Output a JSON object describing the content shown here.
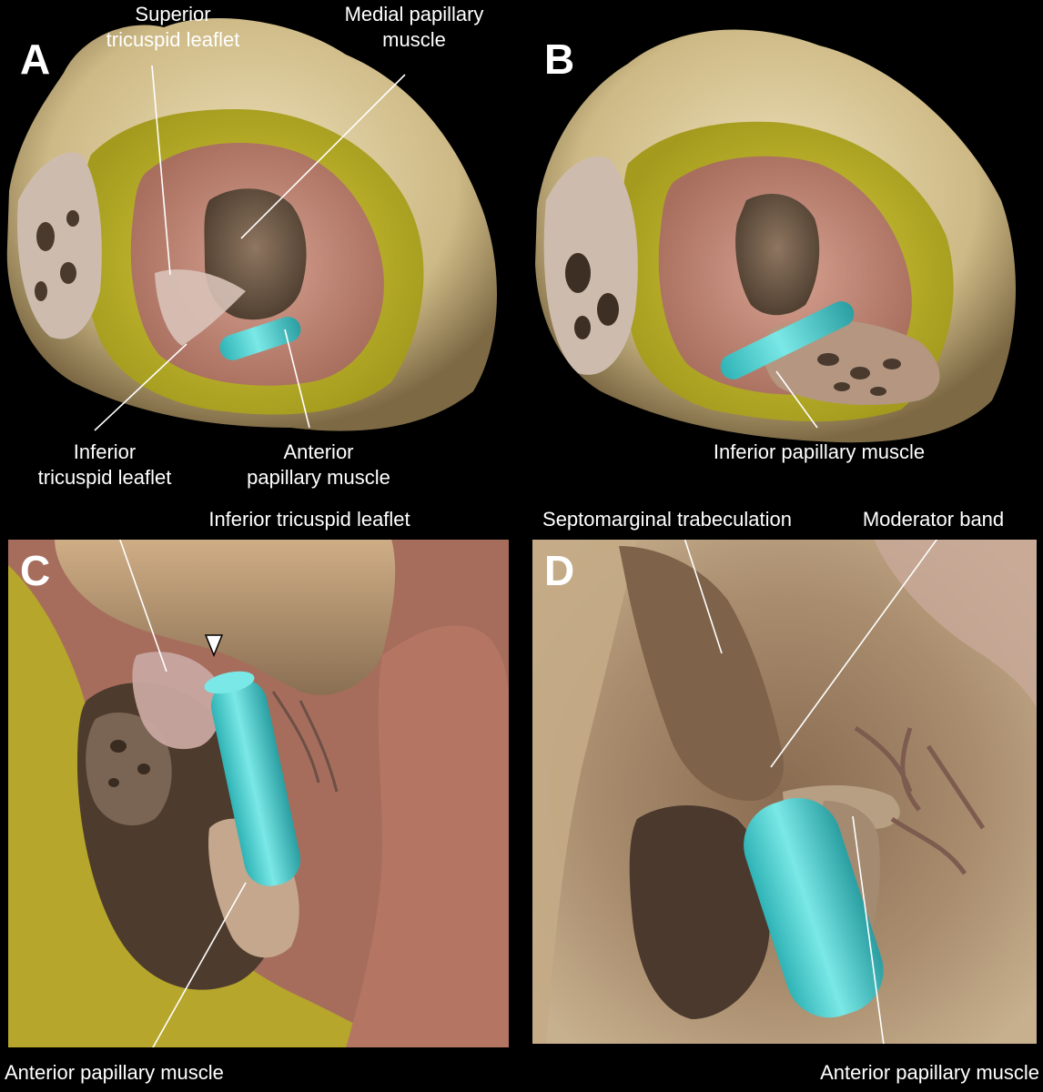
{
  "panels": [
    {
      "letter": "A"
    },
    {
      "letter": "B"
    },
    {
      "letter": "C"
    },
    {
      "letter": "D"
    }
  ],
  "labels": {
    "a_superior_1": "Superior",
    "a_superior_2": "tricuspid leaflet",
    "a_medial_1": "Medial papillary",
    "a_medial_2": "muscle",
    "a_inferior_1": "Inferior",
    "a_inferior_2": "tricuspid leaflet",
    "a_anterior_1": "Anterior",
    "a_anterior_2": "papillary muscle",
    "b_inferior_pm": "Inferior papillary muscle",
    "c_inferior_leaflet": "Inferior tricuspid leaflet",
    "c_anterior_pm": "Anterior papillary muscle",
    "d_septomarginal": "Septomarginal trabeculation",
    "d_moderator": "Moderator band",
    "d_anterior_pm": "Anterior papillary muscle"
  },
  "colors": {
    "background": "#000000",
    "epicardium": "#d9c79a",
    "fat": "#c9c22a",
    "myocardium": "#c98a78",
    "cavity": "#6e5a48",
    "catheter": "#4fd6d6",
    "label": "#ffffff"
  }
}
